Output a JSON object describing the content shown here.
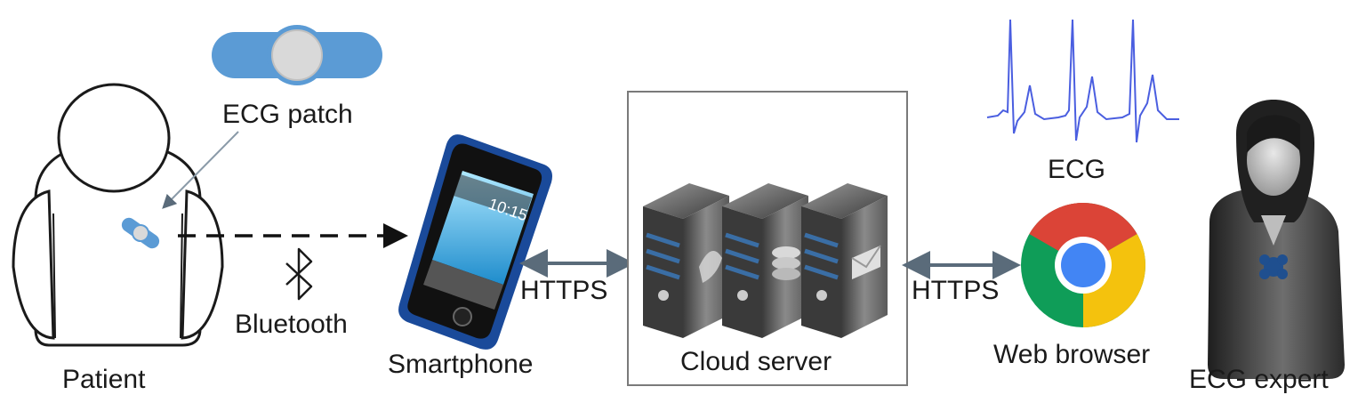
{
  "labels": {
    "ecg_patch": "ECG patch",
    "patient": "Patient",
    "bluetooth": "Bluetooth",
    "smartphone": "Smartphone",
    "phone_time": "10:15",
    "https_left": "HTTPS",
    "cloud_server": "Cloud server",
    "https_right": "HTTPS",
    "ecg": "ECG",
    "web_browser": "Web browser",
    "ecg_expert": "ECG expert"
  },
  "colors": {
    "patch_blue": "#5b9bd5",
    "patch_grey": "#d9d9d9",
    "ecg_trace": "#4a5ee0",
    "arrow": "#5a6b7a",
    "phone_body": "#1a4a9a",
    "chrome_red": "#db4437",
    "chrome_yellow": "#f4c20d",
    "chrome_green": "#0f9d58",
    "chrome_blue": "#4285f4"
  },
  "icons": [
    "ecg-patch-icon",
    "patient-outline-icon",
    "bluetooth-icon",
    "smartphone-icon",
    "server-rack-icon",
    "ecg-waveform-icon",
    "chrome-browser-icon",
    "expert-person-icon"
  ]
}
